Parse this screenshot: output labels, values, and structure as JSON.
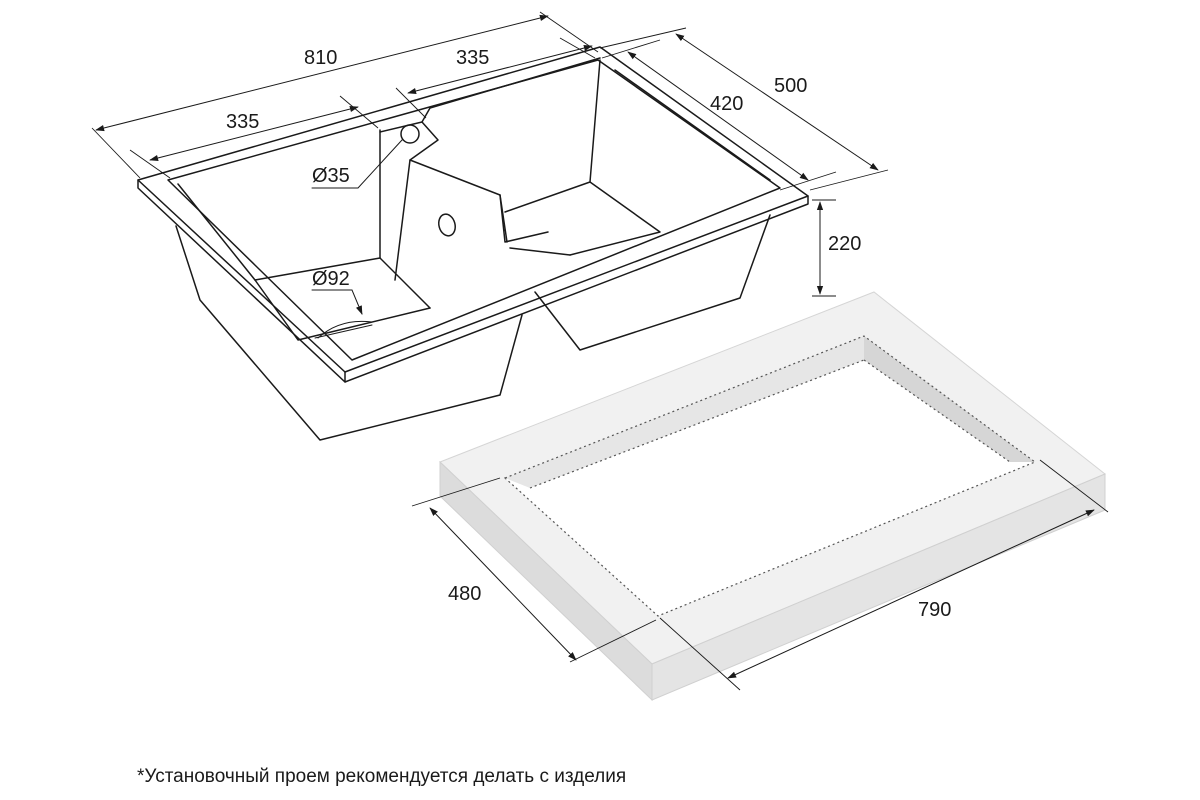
{
  "dimensions": {
    "total_width": "810",
    "left_bowl_width": "335",
    "right_bowl_width": "335",
    "depth_total": "500",
    "bowl_depth_inner": "420",
    "height": "220",
    "tap_hole": "Ø35",
    "drain_hole": "Ø92",
    "cutout_depth": "480",
    "cutout_width": "790"
  },
  "footnote": "*Установочный проем рекомендуется делать с изделия"
}
